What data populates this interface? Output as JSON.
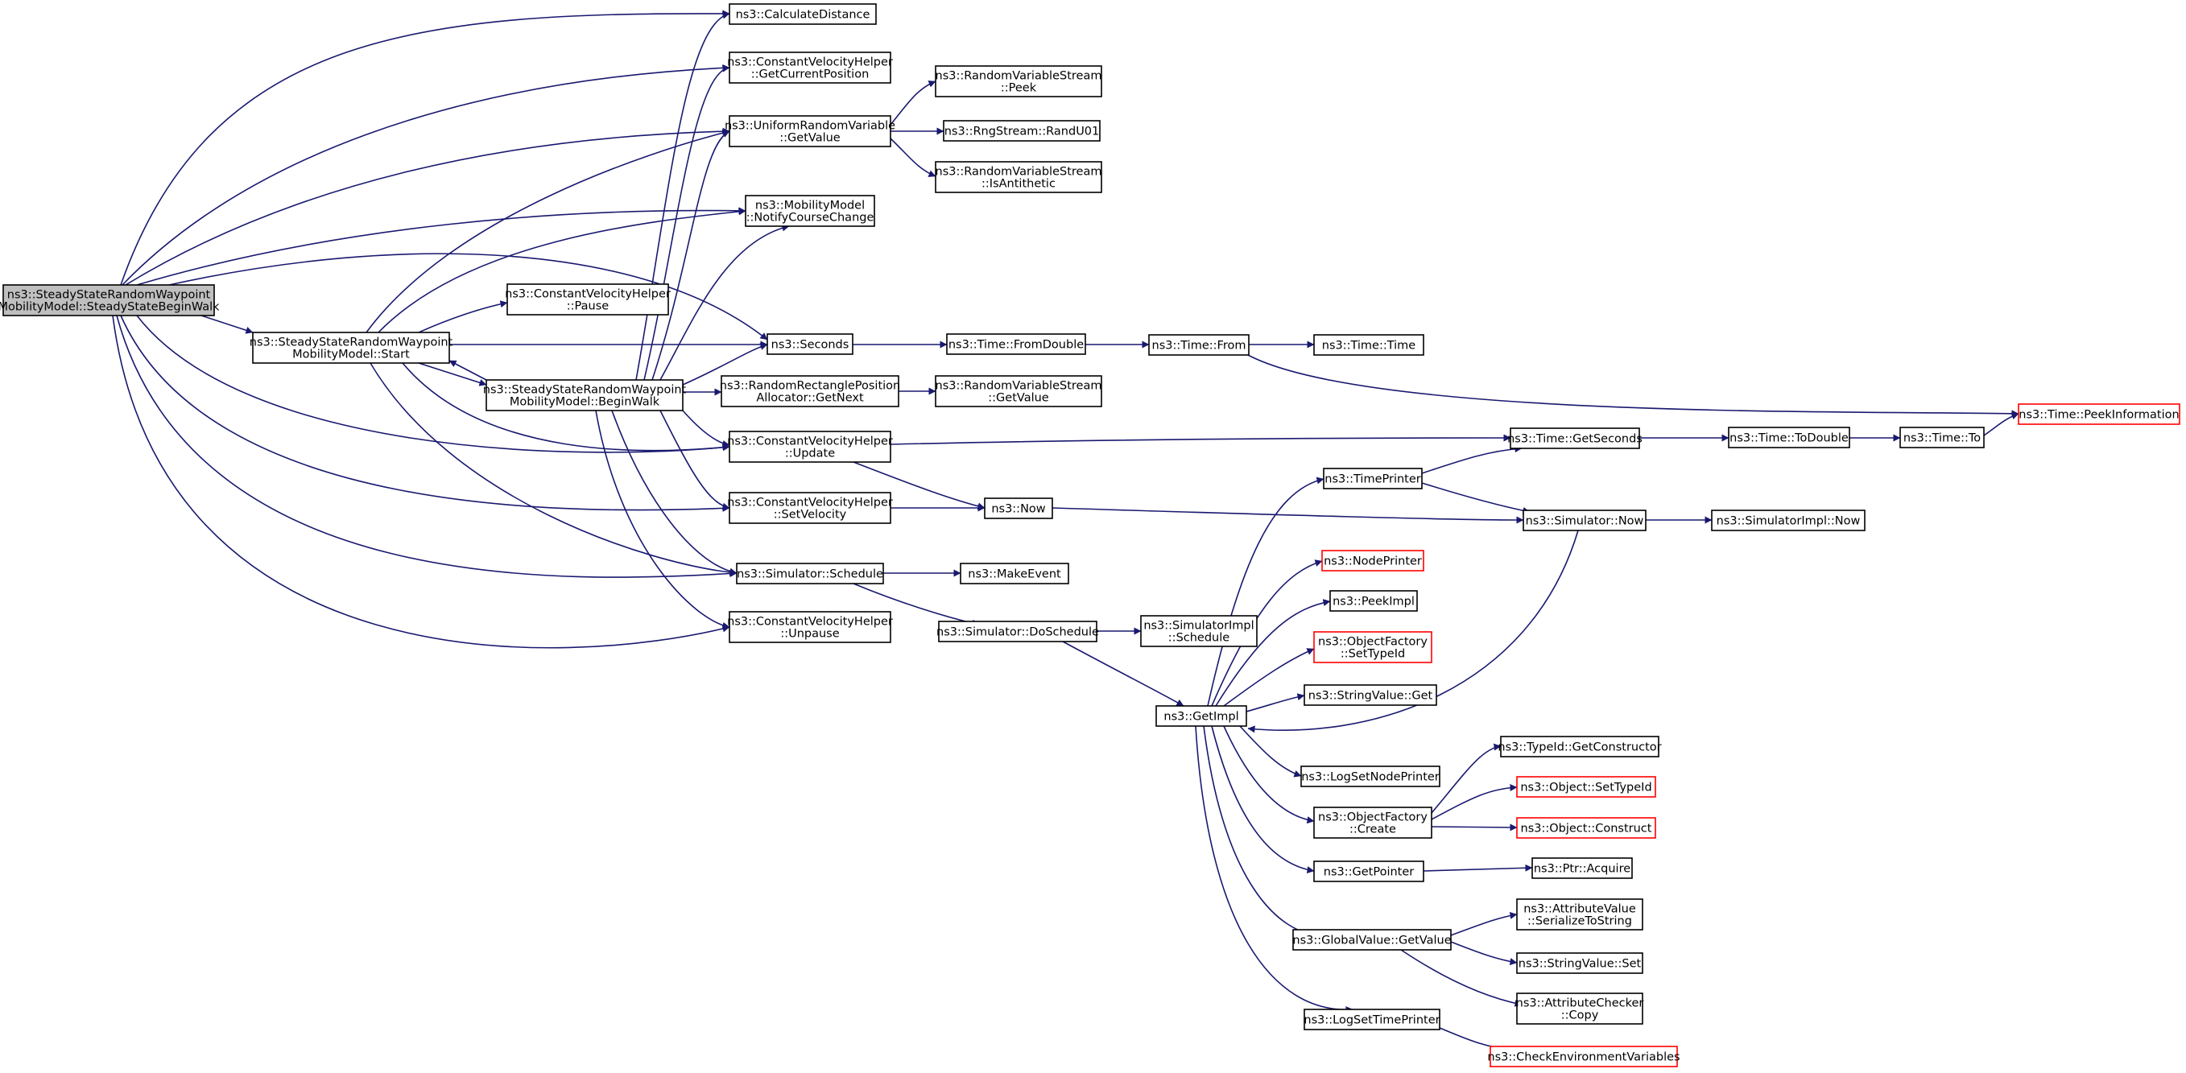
{
  "diagram": {
    "colors": {
      "edge": "#191970",
      "node_border": "#000000",
      "node_border_truncated": "#ff0000",
      "root_fill": "#bfbfbf",
      "node_fill": "#ffffff"
    },
    "nodes": [
      {
        "id": "root",
        "lines": [
          "ns3::SteadyStateRandomWaypoint",
          "MobilityModel::SteadyStateBeginWalk"
        ],
        "style": "root"
      },
      {
        "id": "calcdist",
        "lines": [
          "ns3::CalculateDistance"
        ]
      },
      {
        "id": "cvh_getpos",
        "lines": [
          "ns3::ConstantVelocityHelper",
          "::GetCurrentPosition"
        ]
      },
      {
        "id": "urv_getvalue",
        "lines": [
          "ns3::UniformRandomVariable",
          "::GetValue"
        ]
      },
      {
        "id": "rvs_peek",
        "lines": [
          "ns3::RandomVariableStream",
          "::Peek"
        ]
      },
      {
        "id": "rng_randu01",
        "lines": [
          "ns3::RngStream::RandU01"
        ]
      },
      {
        "id": "rvs_isanti",
        "lines": [
          "ns3::RandomVariableStream",
          "::IsAntithetic"
        ]
      },
      {
        "id": "mm_notify",
        "lines": [
          "ns3::MobilityModel",
          "::NotifyCourseChange"
        ]
      },
      {
        "id": "cvh_pause",
        "lines": [
          "ns3::ConstantVelocityHelper",
          "::Pause"
        ]
      },
      {
        "id": "start",
        "lines": [
          "ns3::SteadyStateRandomWaypoint",
          "MobilityModel::Start"
        ]
      },
      {
        "id": "seconds",
        "lines": [
          "ns3::Seconds"
        ]
      },
      {
        "id": "time_fromdouble",
        "lines": [
          "ns3::Time::FromDouble"
        ]
      },
      {
        "id": "time_from",
        "lines": [
          "ns3::Time::From"
        ]
      },
      {
        "id": "time_time",
        "lines": [
          "ns3::Time::Time"
        ]
      },
      {
        "id": "beginwalk",
        "lines": [
          "ns3::SteadyStateRandomWaypoint",
          "MobilityModel::BeginWalk"
        ]
      },
      {
        "id": "rrpa_getnext",
        "lines": [
          "ns3::RandomRectanglePosition",
          "Allocator::GetNext"
        ]
      },
      {
        "id": "rvs_getvalue",
        "lines": [
          "ns3::RandomVariableStream",
          "::GetValue"
        ]
      },
      {
        "id": "peekinfo",
        "lines": [
          "ns3::Time::PeekInformation"
        ],
        "style": "truncated"
      },
      {
        "id": "cvh_update",
        "lines": [
          "ns3::ConstantVelocityHelper",
          "::Update"
        ]
      },
      {
        "id": "time_getseconds",
        "lines": [
          "ns3::Time::GetSeconds"
        ]
      },
      {
        "id": "time_todouble",
        "lines": [
          "ns3::Time::ToDouble"
        ]
      },
      {
        "id": "time_to",
        "lines": [
          "ns3::Time::To"
        ]
      },
      {
        "id": "timeprinter",
        "lines": [
          "ns3::TimePrinter"
        ]
      },
      {
        "id": "cvh_setvel",
        "lines": [
          "ns3::ConstantVelocityHelper",
          "::SetVelocity"
        ]
      },
      {
        "id": "now",
        "lines": [
          "ns3::Now"
        ]
      },
      {
        "id": "sim_now",
        "lines": [
          "ns3::Simulator::Now"
        ]
      },
      {
        "id": "simimpl_now",
        "lines": [
          "ns3::SimulatorImpl::Now"
        ]
      },
      {
        "id": "nodeprinter",
        "lines": [
          "ns3::NodePrinter"
        ],
        "style": "truncated"
      },
      {
        "id": "sim_schedule",
        "lines": [
          "ns3::Simulator::Schedule"
        ]
      },
      {
        "id": "makeevent",
        "lines": [
          "ns3::MakeEvent"
        ]
      },
      {
        "id": "peekimpl",
        "lines": [
          "ns3::PeekImpl"
        ]
      },
      {
        "id": "cvh_unpause",
        "lines": [
          "ns3::ConstantVelocityHelper",
          "::Unpause"
        ]
      },
      {
        "id": "sim_doschedule",
        "lines": [
          "ns3::Simulator::DoSchedule"
        ]
      },
      {
        "id": "simimpl_schedule",
        "lines": [
          "ns3::SimulatorImpl",
          "::Schedule"
        ]
      },
      {
        "id": "of_settypeid",
        "lines": [
          "ns3::ObjectFactory",
          "::SetTypeId"
        ],
        "style": "truncated"
      },
      {
        "id": "sv_get",
        "lines": [
          "ns3::StringValue::Get"
        ]
      },
      {
        "id": "getimpl",
        "lines": [
          "ns3::GetImpl"
        ]
      },
      {
        "id": "typeid_getctor",
        "lines": [
          "ns3::TypeId::GetConstructor"
        ]
      },
      {
        "id": "logsetnodeprinter",
        "lines": [
          "ns3::LogSetNodePrinter"
        ]
      },
      {
        "id": "obj_settypeid",
        "lines": [
          "ns3::Object::SetTypeId"
        ],
        "style": "truncated"
      },
      {
        "id": "of_create",
        "lines": [
          "ns3::ObjectFactory",
          "::Create"
        ]
      },
      {
        "id": "obj_construct",
        "lines": [
          "ns3::Object::Construct"
        ],
        "style": "truncated"
      },
      {
        "id": "getpointer",
        "lines": [
          "ns3::GetPointer"
        ]
      },
      {
        "id": "ptr_acquire",
        "lines": [
          "ns3::Ptr::Acquire"
        ]
      },
      {
        "id": "av_serialize",
        "lines": [
          "ns3::AttributeValue",
          "::SerializeToString"
        ]
      },
      {
        "id": "gv_getvalue",
        "lines": [
          "ns3::GlobalValue::GetValue"
        ]
      },
      {
        "id": "sv_set",
        "lines": [
          "ns3::StringValue::Set"
        ]
      },
      {
        "id": "ac_copy",
        "lines": [
          "ns3::AttributeChecker",
          "::Copy"
        ]
      },
      {
        "id": "logsettimeprinter",
        "lines": [
          "ns3::LogSetTimePrinter"
        ]
      },
      {
        "id": "checkenv",
        "lines": [
          "ns3::CheckEnvironmentVariables"
        ],
        "style": "truncated"
      }
    ],
    "edges": [
      [
        "root",
        "calcdist"
      ],
      [
        "root",
        "cvh_getpos"
      ],
      [
        "root",
        "urv_getvalue"
      ],
      [
        "root",
        "mm_notify"
      ],
      [
        "root",
        "seconds"
      ],
      [
        "root",
        "start"
      ],
      [
        "root",
        "cvh_update"
      ],
      [
        "root",
        "cvh_setvel"
      ],
      [
        "root",
        "sim_schedule"
      ],
      [
        "root",
        "cvh_unpause"
      ],
      [
        "start",
        "urv_getvalue"
      ],
      [
        "start",
        "mm_notify"
      ],
      [
        "start",
        "cvh_pause"
      ],
      [
        "start",
        "seconds"
      ],
      [
        "start",
        "beginwalk"
      ],
      [
        "start",
        "cvh_update"
      ],
      [
        "start",
        "sim_schedule"
      ],
      [
        "beginwalk",
        "start"
      ],
      [
        "beginwalk",
        "calcdist"
      ],
      [
        "beginwalk",
        "cvh_getpos"
      ],
      [
        "beginwalk",
        "urv_getvalue"
      ],
      [
        "beginwalk",
        "mm_notify"
      ],
      [
        "beginwalk",
        "seconds"
      ],
      [
        "beginwalk",
        "rrpa_getnext"
      ],
      [
        "beginwalk",
        "cvh_update"
      ],
      [
        "beginwalk",
        "cvh_setvel"
      ],
      [
        "beginwalk",
        "sim_schedule"
      ],
      [
        "beginwalk",
        "cvh_unpause"
      ],
      [
        "urv_getvalue",
        "rvs_peek"
      ],
      [
        "urv_getvalue",
        "rng_randu01"
      ],
      [
        "urv_getvalue",
        "rvs_isanti"
      ],
      [
        "seconds",
        "time_fromdouble"
      ],
      [
        "time_fromdouble",
        "time_from"
      ],
      [
        "time_from",
        "time_time"
      ],
      [
        "time_from",
        "peekinfo"
      ],
      [
        "rrpa_getnext",
        "rvs_getvalue"
      ],
      [
        "cvh_update",
        "time_getseconds"
      ],
      [
        "cvh_update",
        "now"
      ],
      [
        "time_getseconds",
        "time_todouble"
      ],
      [
        "time_todouble",
        "time_to"
      ],
      [
        "time_to",
        "peekinfo"
      ],
      [
        "cvh_setvel",
        "now"
      ],
      [
        "now",
        "sim_now"
      ],
      [
        "sim_now",
        "simimpl_now"
      ],
      [
        "sim_now",
        "getimpl"
      ],
      [
        "timeprinter",
        "time_getseconds"
      ],
      [
        "timeprinter",
        "sim_now"
      ],
      [
        "sim_schedule",
        "makeevent"
      ],
      [
        "sim_schedule",
        "sim_doschedule"
      ],
      [
        "sim_doschedule",
        "simimpl_schedule"
      ],
      [
        "sim_doschedule",
        "getimpl"
      ],
      [
        "getimpl",
        "timeprinter"
      ],
      [
        "getimpl",
        "nodeprinter"
      ],
      [
        "getimpl",
        "peekimpl"
      ],
      [
        "getimpl",
        "of_settypeid"
      ],
      [
        "getimpl",
        "sv_get"
      ],
      [
        "getimpl",
        "logsetnodeprinter"
      ],
      [
        "getimpl",
        "of_create"
      ],
      [
        "getimpl",
        "getpointer"
      ],
      [
        "getimpl",
        "gv_getvalue"
      ],
      [
        "getimpl",
        "logsettimeprinter"
      ],
      [
        "of_create",
        "typeid_getctor"
      ],
      [
        "of_create",
        "obj_settypeid"
      ],
      [
        "of_create",
        "obj_construct"
      ],
      [
        "getpointer",
        "ptr_acquire"
      ],
      [
        "gv_getvalue",
        "av_serialize"
      ],
      [
        "gv_getvalue",
        "sv_set"
      ],
      [
        "gv_getvalue",
        "ac_copy"
      ],
      [
        "logsettimeprinter",
        "checkenv"
      ]
    ]
  }
}
